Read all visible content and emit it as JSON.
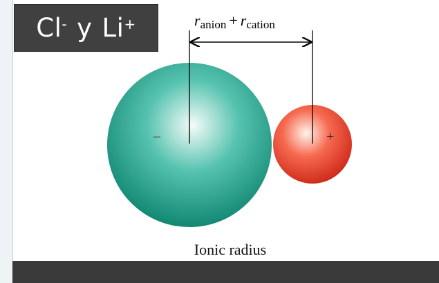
{
  "title": {
    "ion1": "Cl",
    "ion1_charge": "-",
    "conjunction": "y",
    "ion2": "Li",
    "ion2_charge": "+"
  },
  "diagram": {
    "dimension_label": {
      "r1": "r",
      "r1_sub": "anion",
      "plus": "+",
      "r2": "r",
      "r2_sub": "cation"
    },
    "anion_sign": "–",
    "cation_sign": "+",
    "caption": "Ionic radius",
    "colors": {
      "anion_center": "#f4fbf8",
      "anion_mid": "#56c3b0",
      "anion_edge": "#128873",
      "cation_center": "#fff3ec",
      "cation_mid": "#f66a50",
      "cation_edge": "#cf2a1a",
      "title_bg": "#404040",
      "bottom_bar": "#3a3a3a"
    }
  }
}
